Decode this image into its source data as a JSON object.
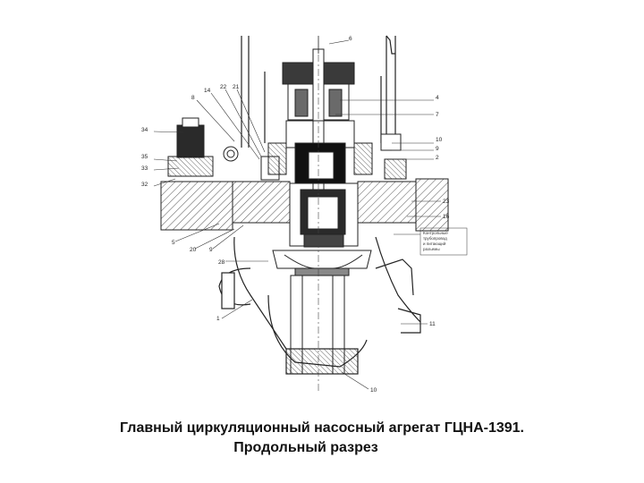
{
  "title": "Главный циркуляционный насосный агрегат ГЦНА-1391.",
  "subtitle": "Продольный разрез",
  "callouts": [
    "6",
    "4",
    "7",
    "14",
    "22",
    "21",
    "8",
    "34",
    "35",
    "33",
    "32",
    "10",
    "9",
    "2",
    "23",
    "16",
    "5",
    "20",
    "9",
    "28",
    "1",
    "11",
    "10"
  ],
  "note_lines": [
    "Контрольные",
    "трубопровод",
    "и питающий",
    "разъемы"
  ],
  "colors": {
    "line": "#222222",
    "hatch": "#555555",
    "background": "#ffffff"
  }
}
